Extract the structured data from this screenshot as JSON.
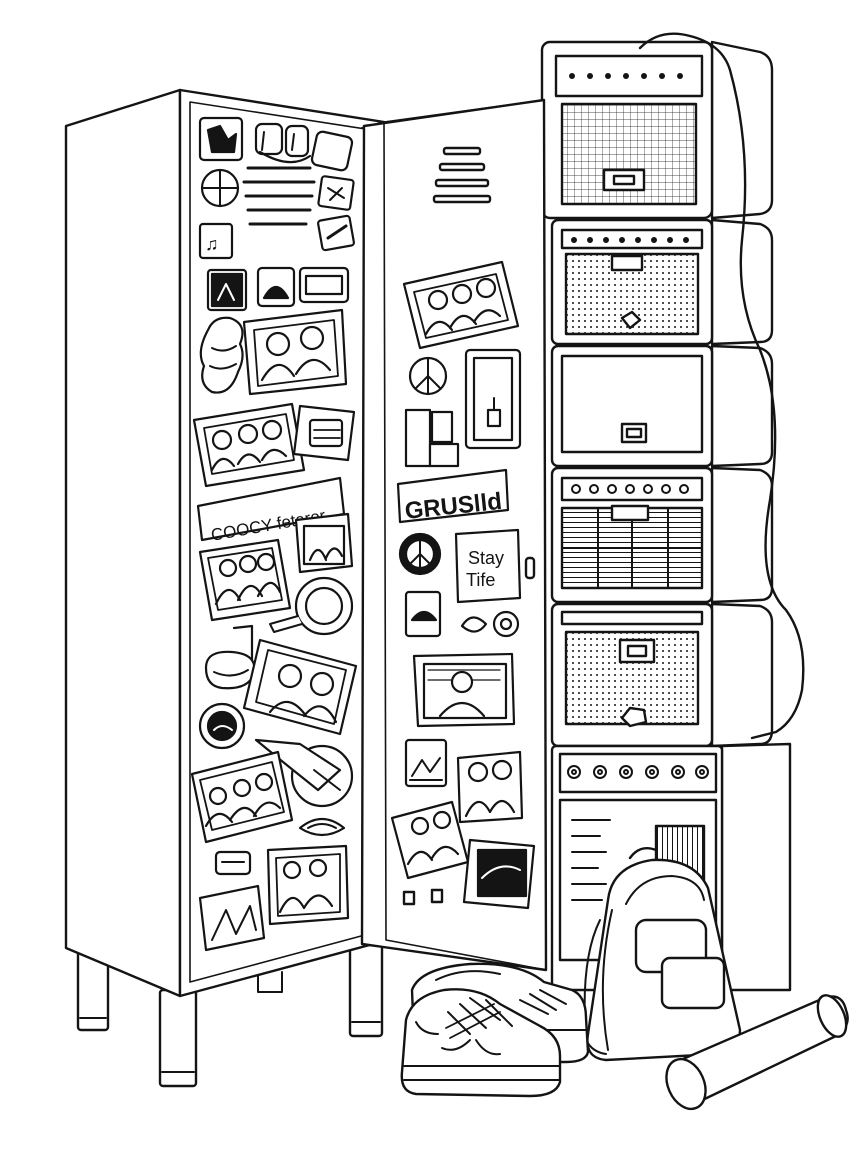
{
  "stickers": {
    "left_banner": "COOCY fetaror",
    "right_banner": "GRUSlld",
    "note_line1": "Stay",
    "note_line2": "Tife"
  },
  "colors": {
    "ink": "#141414",
    "paper": "#ffffff",
    "screen": "#f4f4f4"
  }
}
